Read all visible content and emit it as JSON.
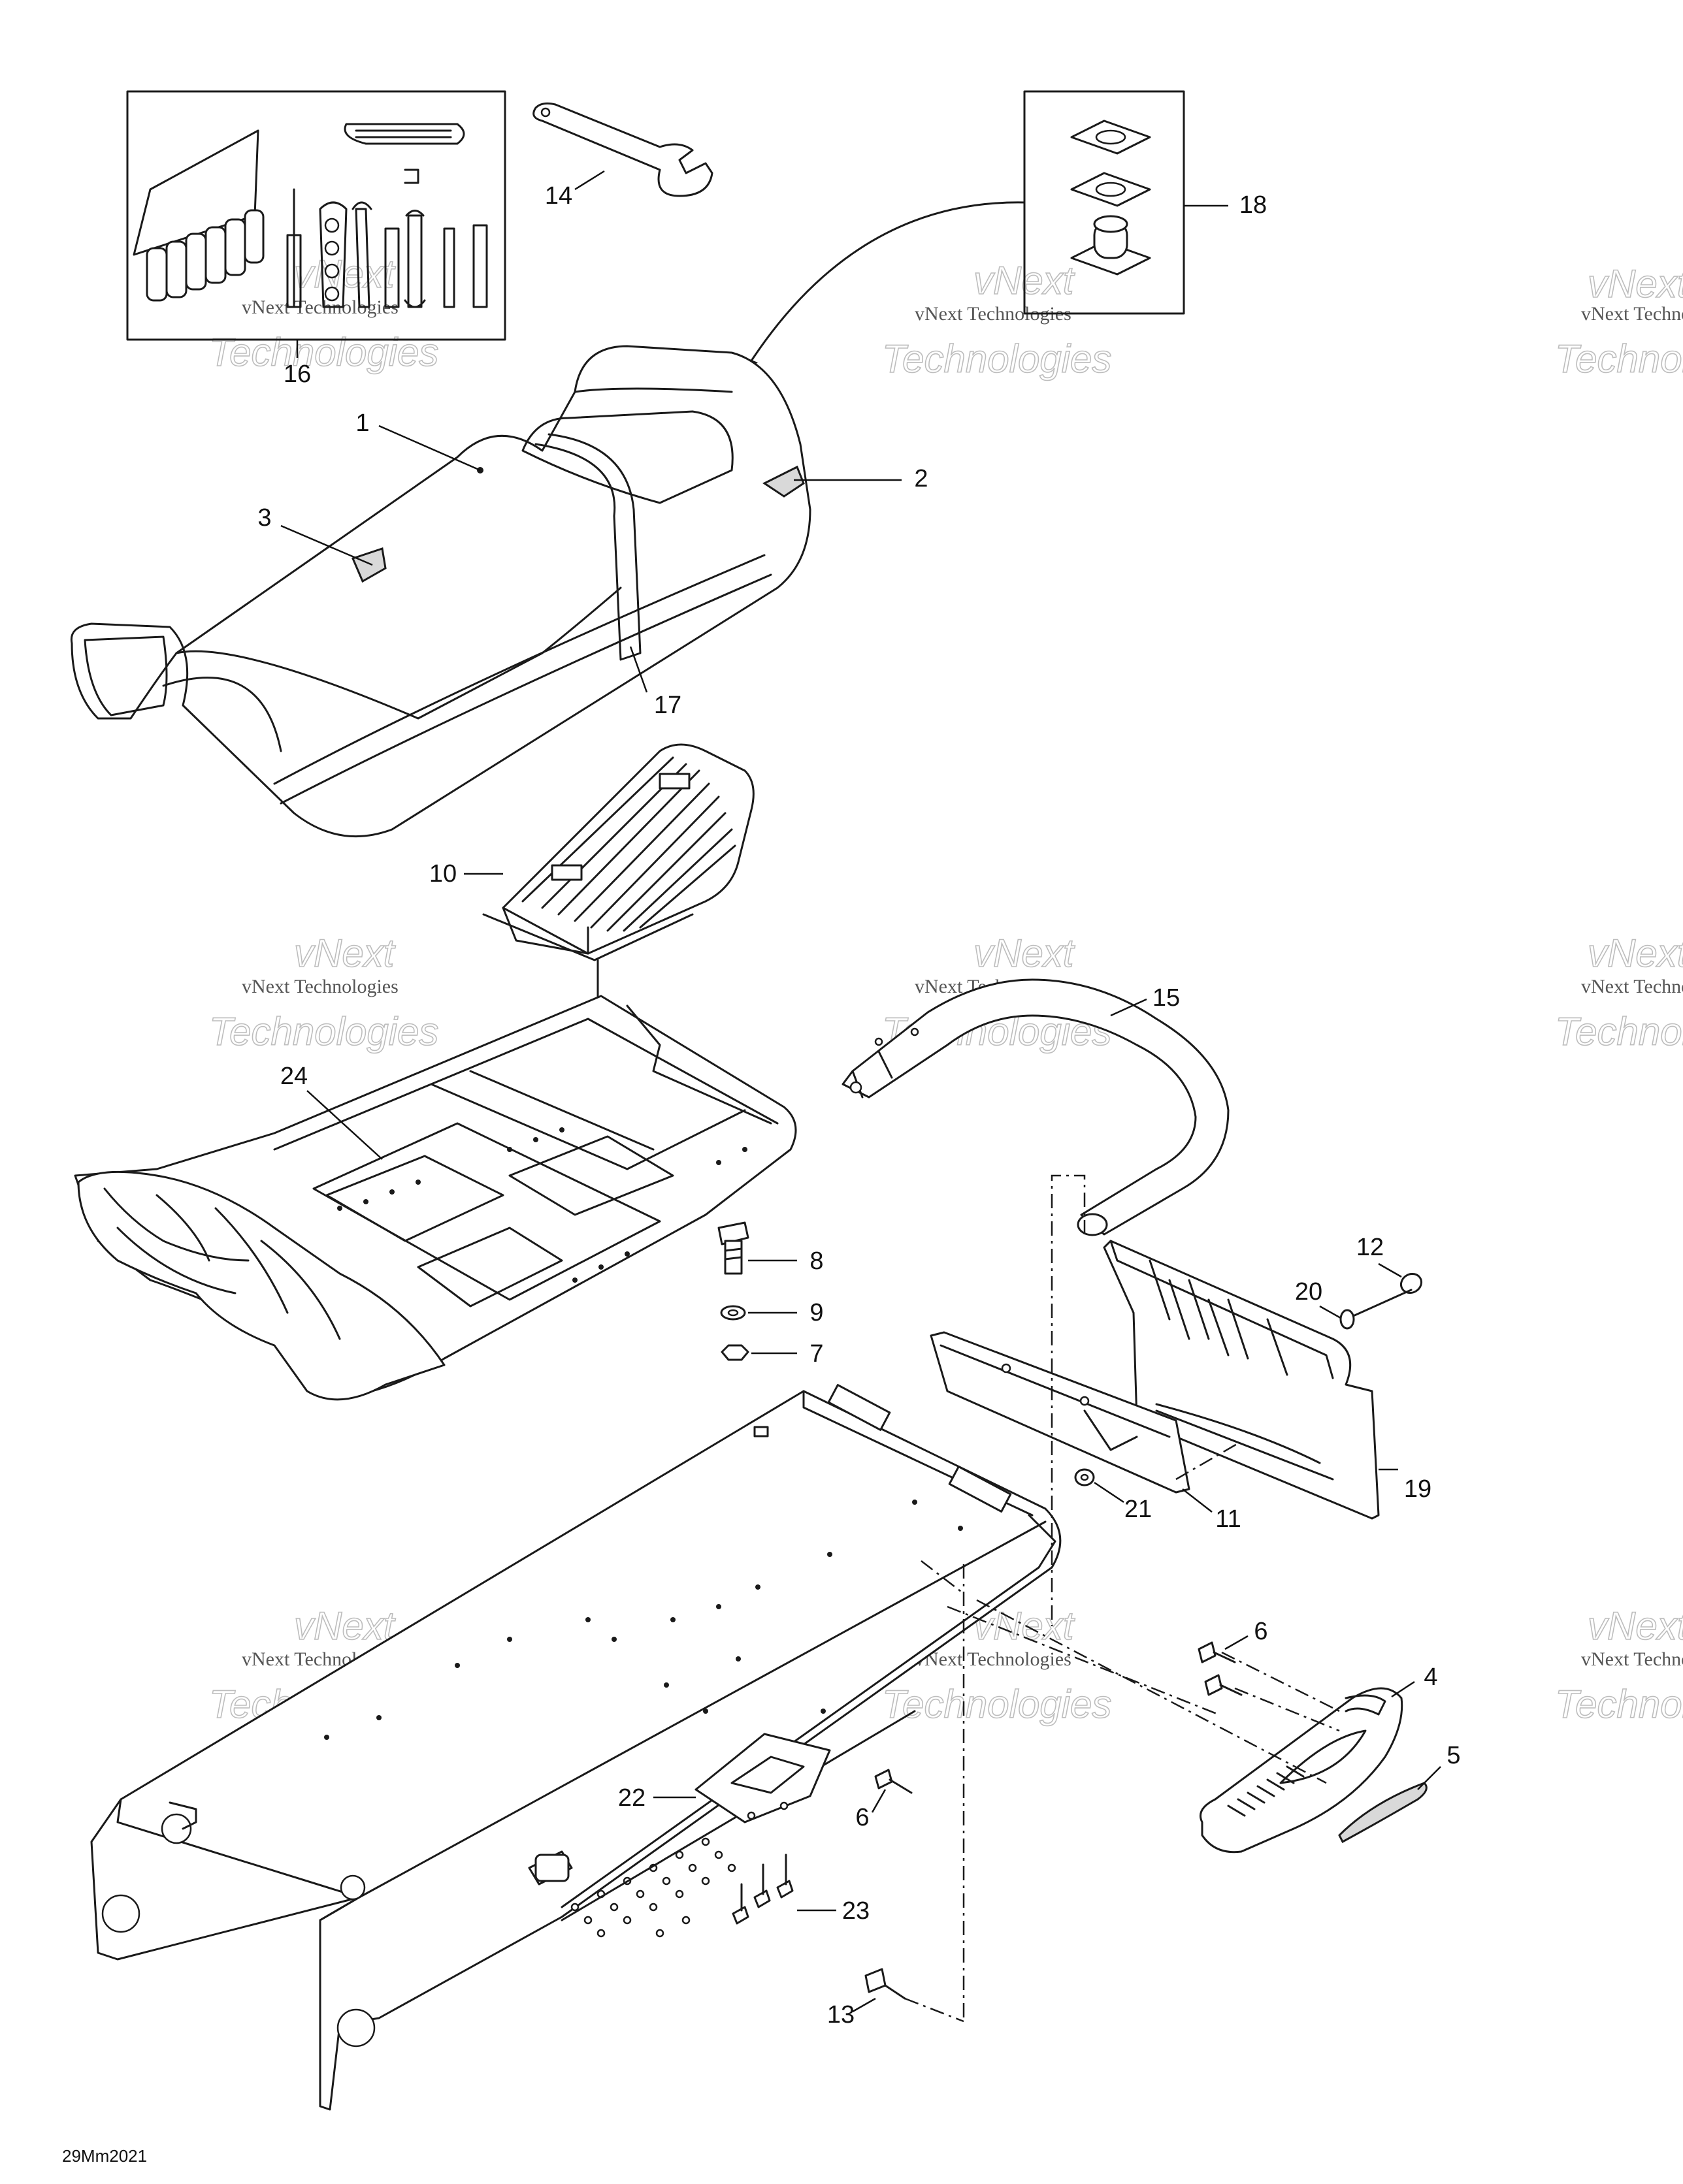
{
  "figure": {
    "reference_code": "29Mm2021",
    "watermark": {
      "small": "vNext Technologies",
      "large_top": "vNext",
      "large_bottom": "Technologies"
    }
  },
  "callouts": {
    "c1": "1",
    "c2": "2",
    "c3": "3",
    "c4": "4",
    "c5": "5",
    "c6a": "6",
    "c6b": "6",
    "c7": "7",
    "c8": "8",
    "c9": "9",
    "c10": "10",
    "c11": "11",
    "c12": "12",
    "c13": "13",
    "c14": "14",
    "c15": "15",
    "c16": "16",
    "c17": "17",
    "c18": "18",
    "c19": "19",
    "c20": "20",
    "c21": "21",
    "c22": "22",
    "c23": "23",
    "c24": "24"
  }
}
